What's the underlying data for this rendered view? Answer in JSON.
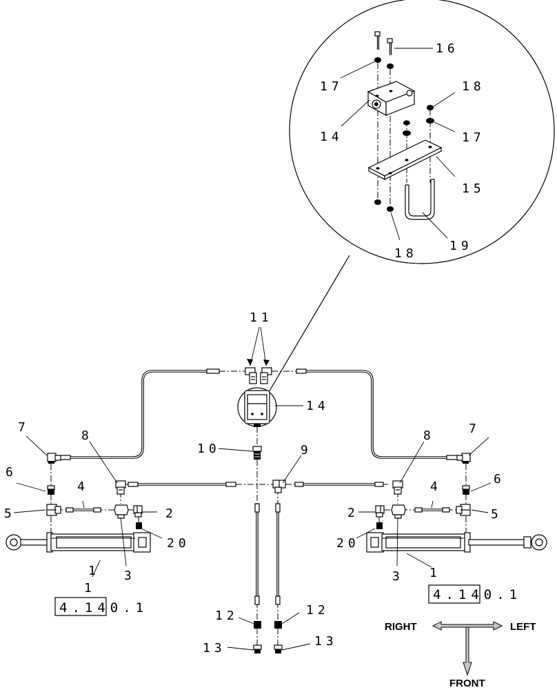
{
  "diagram": {
    "callouts": {
      "c1_left": "1",
      "c1_right": "1",
      "c2_left": "2",
      "c2_right": "2",
      "c3_left": "3",
      "c3_right": "3",
      "c4_left": "4",
      "c4_right": "4",
      "c5_left": "5",
      "c5_right": "5",
      "c6_left": "6",
      "c6_right": "6",
      "c7_left": "7",
      "c7_right": "7",
      "c8_left": "8",
      "c8_right": "8",
      "c9": "9",
      "c10": "10",
      "c11": "11",
      "c12_left": "12",
      "c12_right": "12",
      "c13_left": "13",
      "c13_right": "13",
      "c14_main": "14",
      "c14_detail": "14",
      "c15": "15",
      "c16": "16",
      "c17_left": "17",
      "c17_right": "17",
      "c18_top": "18",
      "c18_bottom": "18",
      "c19": "19",
      "c20_left": "20",
      "c20_right": "20"
    },
    "references": {
      "ref_left": "4.140.1",
      "ref_right": "4.140.1"
    },
    "orientation": {
      "right": "RIGHT",
      "left": "LEFT",
      "front": "FRONT"
    }
  }
}
